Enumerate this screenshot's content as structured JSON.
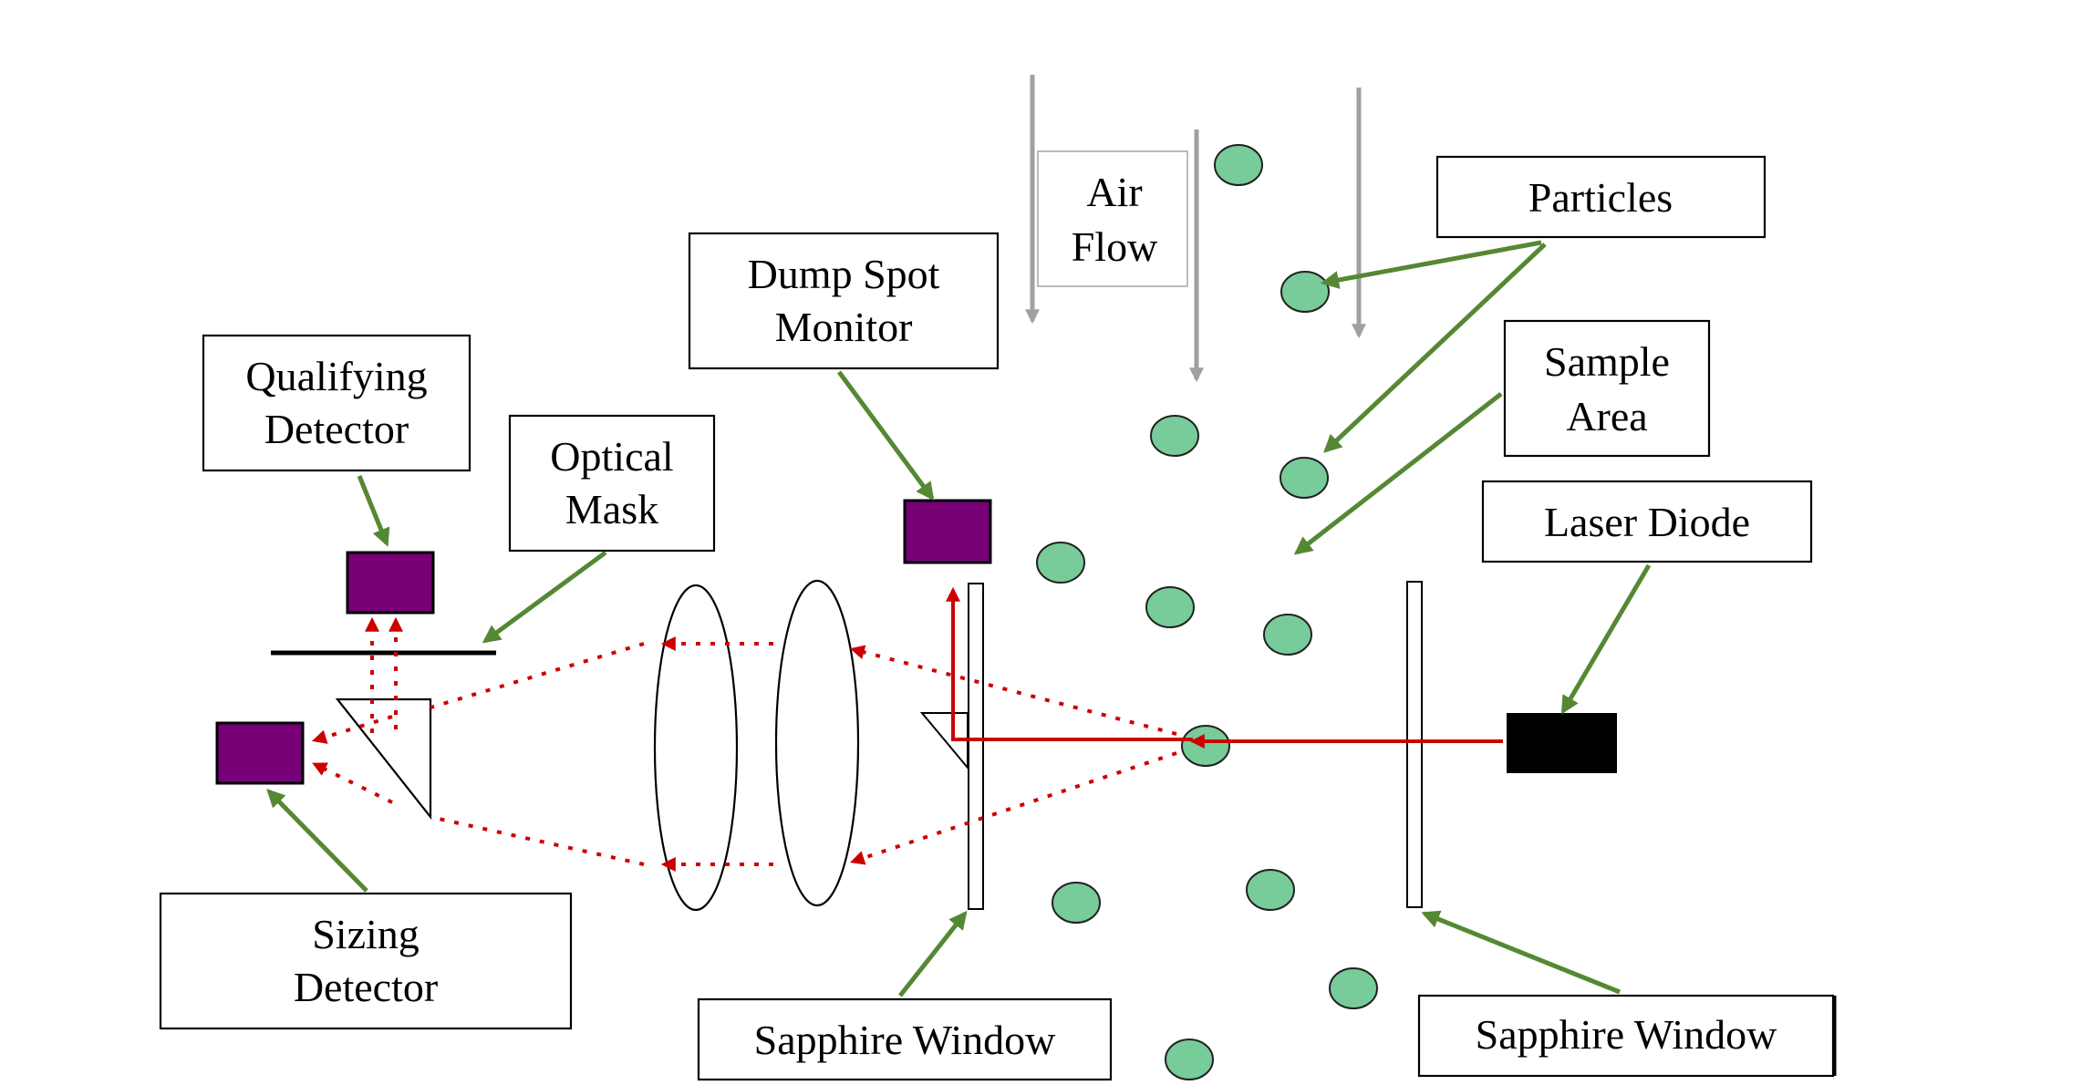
{
  "labels": {
    "air_flow_line1": "Air",
    "air_flow_line2": "Flow",
    "particles": "Particles",
    "sample_area_line1": "Sample",
    "sample_area_line2": "Area",
    "laser_diode": "Laser Diode",
    "dump_spot_line1": "Dump Spot",
    "dump_spot_line2": "Monitor",
    "qualifying_line1": "Qualifying",
    "qualifying_line2": "Detector",
    "optical_mask_line1": "Optical",
    "optical_mask_line2": "Mask",
    "sizing_line1": "Sizing",
    "sizing_line2": "Detector",
    "sapphire_left": "Sapphire Window",
    "sapphire_right": "Sapphire Window"
  },
  "colors": {
    "particle_fill": "#77cc99",
    "detector_fill": "#770077",
    "laser_red": "#cc0000",
    "pointer_green": "#558833",
    "air_flow_gray": "#a0a0a0",
    "laser_body": "#000000"
  },
  "icons": {
    "particles": "circle",
    "detectors": "rectangle",
    "lenses": "ellipse",
    "prism": "triangle"
  }
}
